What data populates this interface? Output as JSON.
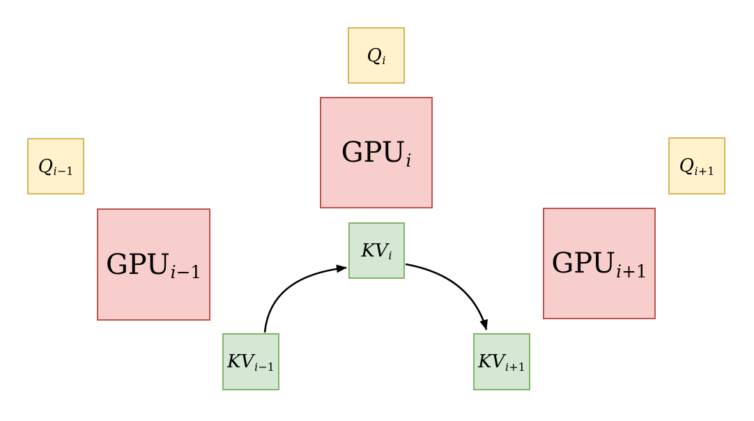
{
  "diagram": {
    "background_color": "#ffffff",
    "colors": {
      "q_fill": "#FFF2CC",
      "q_border": "#D6B656",
      "gpu_fill": "#F8CECC",
      "gpu_border": "#B85450",
      "kv_fill": "#D5E8D4",
      "kv_border": "#82B366",
      "arrow": "#000000",
      "text": "#000000"
    },
    "nodes": {
      "q_prev": {
        "main": "Q",
        "sub_i": "i",
        "sub_rest": "−1"
      },
      "q_cur": {
        "main": "Q",
        "sub_i": "i",
        "sub_rest": ""
      },
      "q_next": {
        "main": "Q",
        "sub_i": "i",
        "sub_rest": "+1"
      },
      "gpu_prev": {
        "main": "GPU",
        "sub_i": "i",
        "sub_rest": "−1"
      },
      "gpu_cur": {
        "main": "GPU",
        "sub_i": "i",
        "sub_rest": ""
      },
      "gpu_next": {
        "main": "GPU",
        "sub_i": "i",
        "sub_rest": "+1"
      },
      "kv_prev": {
        "main": "KV",
        "sub_i": "i",
        "sub_rest": "−1"
      },
      "kv_cur": {
        "main": "KV",
        "sub_i": "i",
        "sub_rest": ""
      },
      "kv_next": {
        "main": "KV",
        "sub_i": "i",
        "sub_rest": "+1"
      }
    },
    "edges": [
      {
        "from": "KV_i-1",
        "to": "KV_i",
        "style": "curved-arrow"
      },
      {
        "from": "KV_i",
        "to": "KV_i+1",
        "style": "curved-arrow"
      }
    ]
  }
}
